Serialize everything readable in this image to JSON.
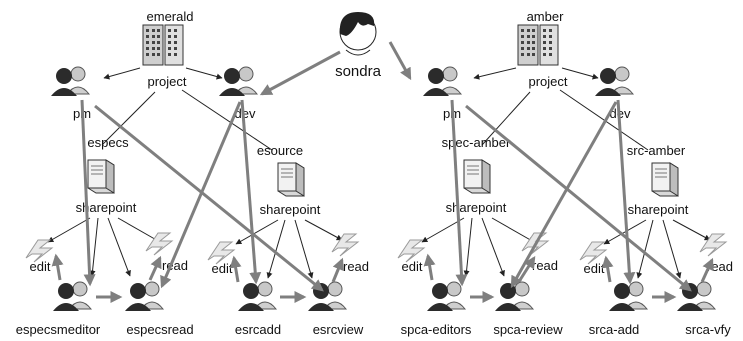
{
  "person": {
    "name": "sondra"
  },
  "projects": [
    {
      "name": "emerald",
      "project_label": "project",
      "roles": {
        "pm": "pm",
        "dev": "dev"
      },
      "sites": [
        {
          "name": "especs",
          "server_label": "sharepoint",
          "perms": {
            "edit": "edit",
            "read": "read"
          },
          "groups": {
            "editor": "especsmeditor",
            "reader": "especsread"
          }
        },
        {
          "name": "esource",
          "server_label": "sharepoint",
          "perms": {
            "edit": "edit",
            "read": "read"
          },
          "groups": {
            "editor": "esrcadd",
            "reader": "esrcview"
          }
        }
      ]
    },
    {
      "name": "amber",
      "project_label": "project",
      "roles": {
        "pm": "pm",
        "dev": "dev"
      },
      "sites": [
        {
          "name": "spec-amber",
          "server_label": "sharepoint",
          "perms": {
            "edit": "edit",
            "read": "read"
          },
          "groups": {
            "editor": "spca-editors",
            "reader": "spca-review"
          }
        },
        {
          "name": "src-amber",
          "server_label": "sharepoint",
          "perms": {
            "edit": "edit",
            "read": "read"
          },
          "groups": {
            "editor": "srca-add",
            "reader": "srca-vfy"
          }
        }
      ]
    }
  ],
  "colors": {
    "thin": "#222222",
    "thick": "#7f7f7f",
    "bolt": "#9a9a9a"
  }
}
